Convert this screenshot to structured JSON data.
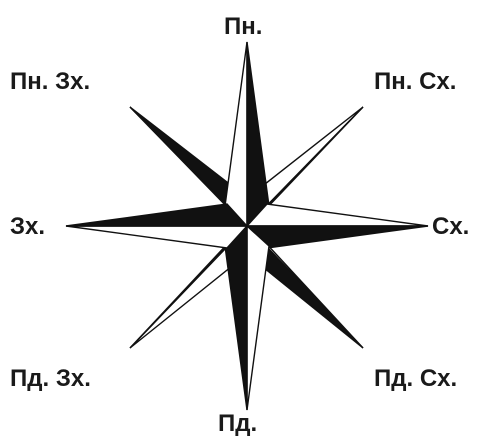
{
  "compass": {
    "north": "Пн.",
    "north_west": "Пн. Зх.",
    "north_east": "Пн. Сх.",
    "west": "Зх.",
    "east": "Сх.",
    "south_west": "Пд. Зх.",
    "south_east": "Пд. Сх.",
    "south": "Пд."
  },
  "colors": {
    "fill": "#111111",
    "outline": "#111111",
    "background": "#ffffff"
  }
}
